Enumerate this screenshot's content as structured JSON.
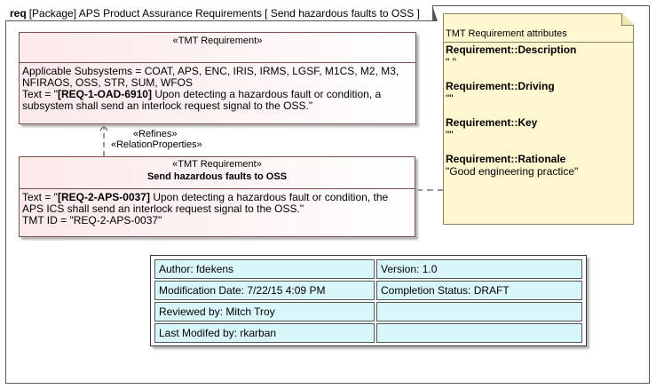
{
  "frame": {
    "kind": "req",
    "title": "[Package] APS Product Assurance Requirements [ Send hazardous faults to OSS ]"
  },
  "parent_requirement": {
    "stereotype": "«TMT Requirement»",
    "line1": "Applicable Subsystems = COAT, APS, ENC, IRIS, IRMS, LGSF, M1CS, M2, M3,",
    "line2": "NFIRAOS, OSS, STR, SUM, WFOS",
    "text_prefix": "Text = \"",
    "text_id": "[REQ-1-OAD-6910]",
    "text_line1_rest": " Upon detecting a hazardous fault or condition, a",
    "text_line2": "subsystem shall send an interlock request signal to the OSS.\""
  },
  "relation": {
    "label1": "«Refines»",
    "label2": "«RelationProperties»"
  },
  "child_requirement": {
    "stereotype": "«TMT Requirement»",
    "name": "Send hazardous faults to OSS",
    "text_prefix": "Text = \"",
    "text_id": "[REQ-2-APS-0037]",
    "text_line1_rest": " Upon detecting a hazardous fault or condition, the",
    "text_line2": "APS ICS shall send an interlock request signal to the OSS.\"",
    "tmt_id": "TMT ID = \"REQ-2-APS-0037\""
  },
  "note": {
    "title": "TMT Requirement attributes",
    "items": [
      {
        "key": "Requirement::Description",
        "value": "\" \""
      },
      {
        "key": "Requirement::Driving",
        "value": "\"\""
      },
      {
        "key": "Requirement::Key",
        "value": "\"\""
      },
      {
        "key": "Requirement::Rationale",
        "value": "\"Good engineering practice\""
      }
    ]
  },
  "info_table": {
    "rows": [
      [
        "Author: fdekens",
        "Version: 1.0"
      ],
      [
        "Modification Date: 7/22/15 4:09 PM",
        "Completion Status: DRAFT"
      ],
      [
        "Reviewed by: Mitch Troy",
        ""
      ],
      [
        "Last Modifed by: rkarban",
        ""
      ]
    ]
  },
  "colors": {
    "requirement_border": "#7d4f4f",
    "requirement_fill": "#fde9e9",
    "note_fill": "#fff7cf",
    "table_cell_fill": "#d9f7fb"
  }
}
